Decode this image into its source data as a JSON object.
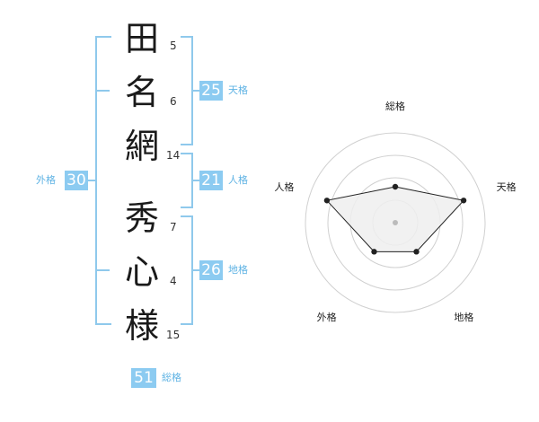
{
  "name": {
    "surname": [
      {
        "char": "田",
        "strokes": "5"
      },
      {
        "char": "名",
        "strokes": "6"
      },
      {
        "char": "網",
        "strokes": "14"
      }
    ],
    "given": [
      {
        "char": "秀",
        "strokes": "7"
      },
      {
        "char": "心",
        "strokes": "4"
      },
      {
        "char": "様",
        "strokes": "15"
      }
    ]
  },
  "fortunes": {
    "tenkaku": {
      "value": "25",
      "label": "天格"
    },
    "jinkaku": {
      "value": "21",
      "label": "人格"
    },
    "chikaku": {
      "value": "26",
      "label": "地格"
    },
    "gaikaku": {
      "value": "30",
      "label": "外格"
    },
    "soukaku": {
      "value": "51",
      "label": "総格"
    }
  },
  "colors": {
    "accent": "#8ccbf1",
    "bracket": "#8fc9ec",
    "label_text": "#5fb3e4",
    "radar_fill": "#eeeeee",
    "radar_stroke": "#222222",
    "ring": "#d0d0d0",
    "center_dot": "#bbbbbb"
  },
  "chart_data": {
    "type": "radar",
    "axes": [
      "総格",
      "天格",
      "地格",
      "外格",
      "人格"
    ],
    "values": [
      0.4,
      0.8,
      0.4,
      0.4,
      0.8
    ],
    "range": [
      0,
      1
    ],
    "rings": 4
  }
}
